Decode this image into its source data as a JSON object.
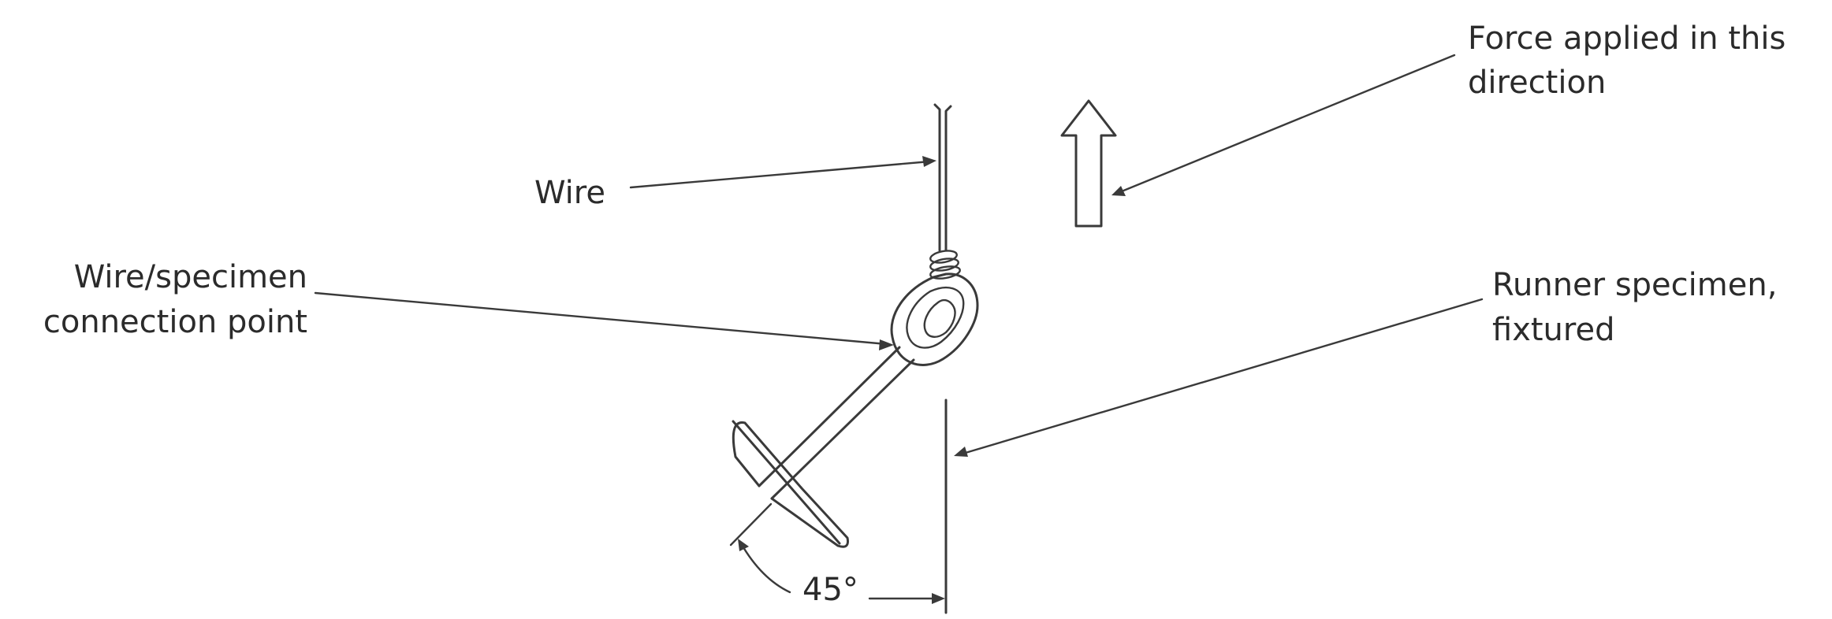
{
  "labels": {
    "wire": "Wire",
    "connection_line1": "Wire/specimen",
    "connection_line2": "connection point",
    "force_line1": "Force applied in this",
    "force_line2": "direction",
    "runner_line1": "Runner specimen,",
    "runner_line2": "fixtured",
    "angle": "45°"
  },
  "colors": {
    "ink": "#3a3a3a",
    "text": "#2b2b2b",
    "background": "#ffffff"
  }
}
